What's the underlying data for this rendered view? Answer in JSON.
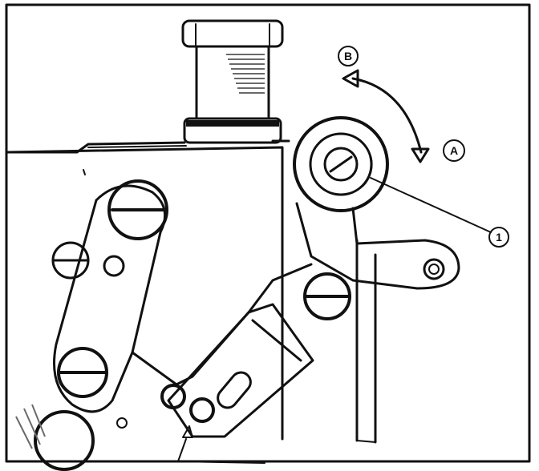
{
  "figure": {
    "callouts": {
      "direction_a": "A",
      "direction_b": "B",
      "part_1": "1"
    },
    "colors": {
      "ink": "#111111",
      "paper": "#ffffff",
      "shade": "#6a6a6a"
    }
  }
}
